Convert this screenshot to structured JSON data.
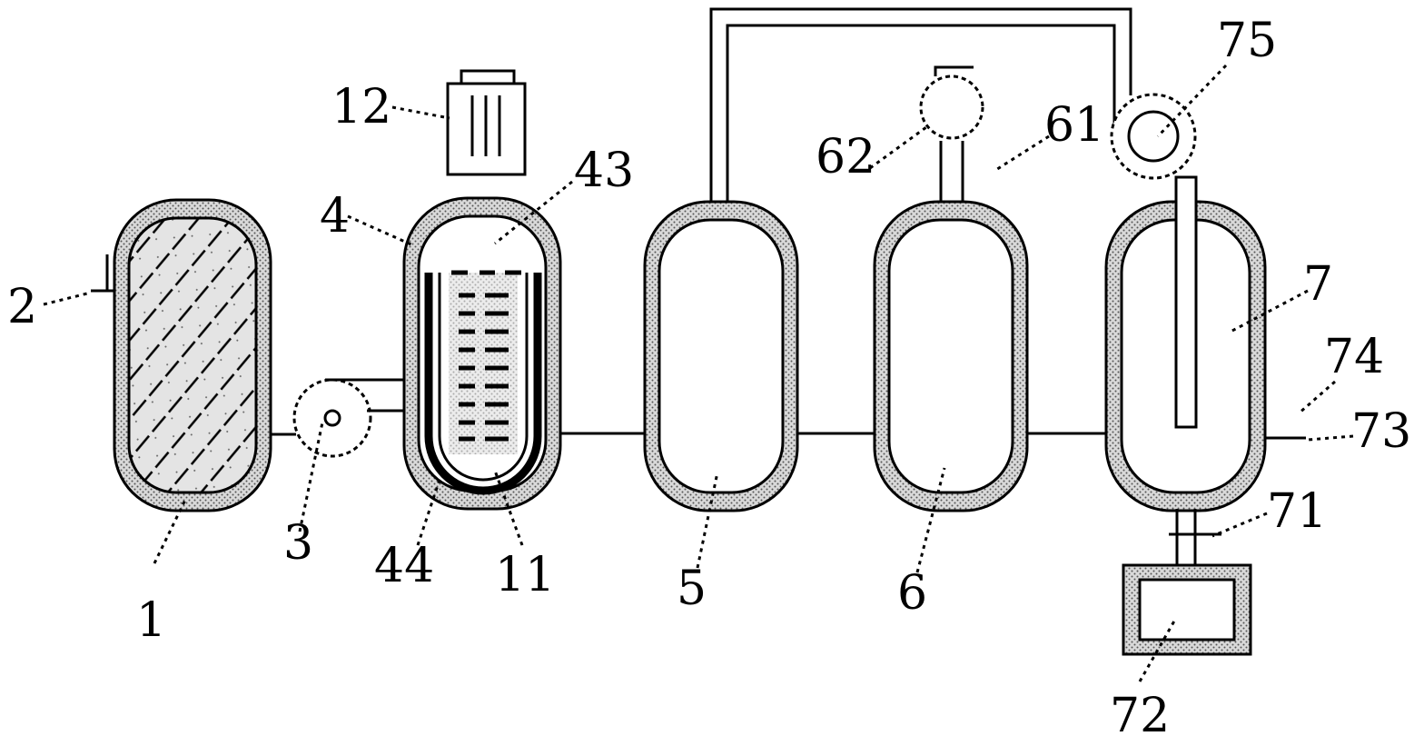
{
  "labels": {
    "l1_bottom": "1",
    "l2": "2",
    "l3": "3",
    "l4": "4",
    "l5": "5",
    "l6": "6",
    "l7": "7",
    "l11": "11",
    "l12": "12",
    "l43": "43",
    "l44": "44",
    "l61": "61",
    "l62": "62",
    "l71": "71",
    "l72": "72",
    "l73": "73",
    "l74": "74",
    "l75": "75"
  },
  "colors": {
    "line": "#000000",
    "background": "#ffffff",
    "insulation_dots": "#555555"
  }
}
